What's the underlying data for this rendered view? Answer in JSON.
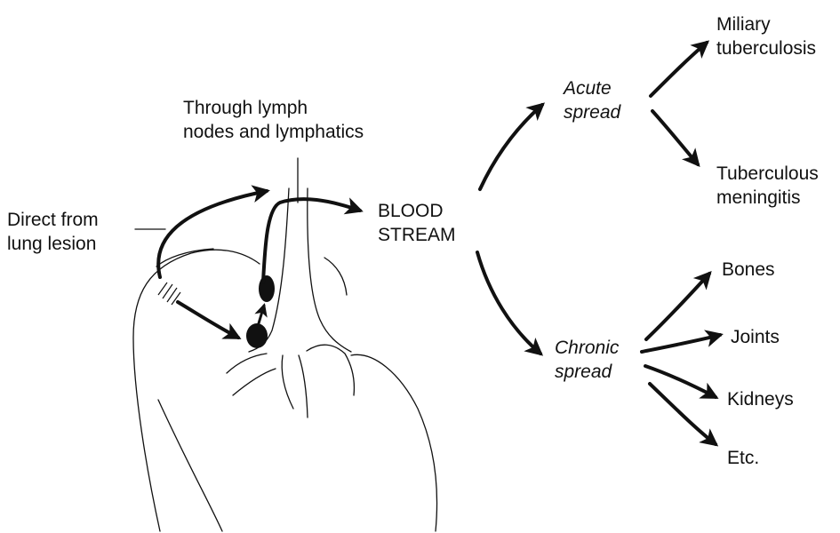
{
  "labels": {
    "through_lymph": [
      "Through lymph",
      "nodes and lymphatics"
    ],
    "direct_from": [
      "Direct from",
      "lung lesion"
    ],
    "blood_stream": [
      "BLOOD",
      "STREAM"
    ],
    "acute_spread": [
      "Acute",
      "spread"
    ],
    "chronic_spread": [
      "Chronic",
      "spread"
    ],
    "miliary": [
      "Miliary",
      "tuberculosis"
    ],
    "meningitis": [
      "Tuberculous",
      "meningitis"
    ],
    "bones": "Bones",
    "joints": "Joints",
    "kidneys": "Kidneys",
    "etc": "Etc."
  }
}
